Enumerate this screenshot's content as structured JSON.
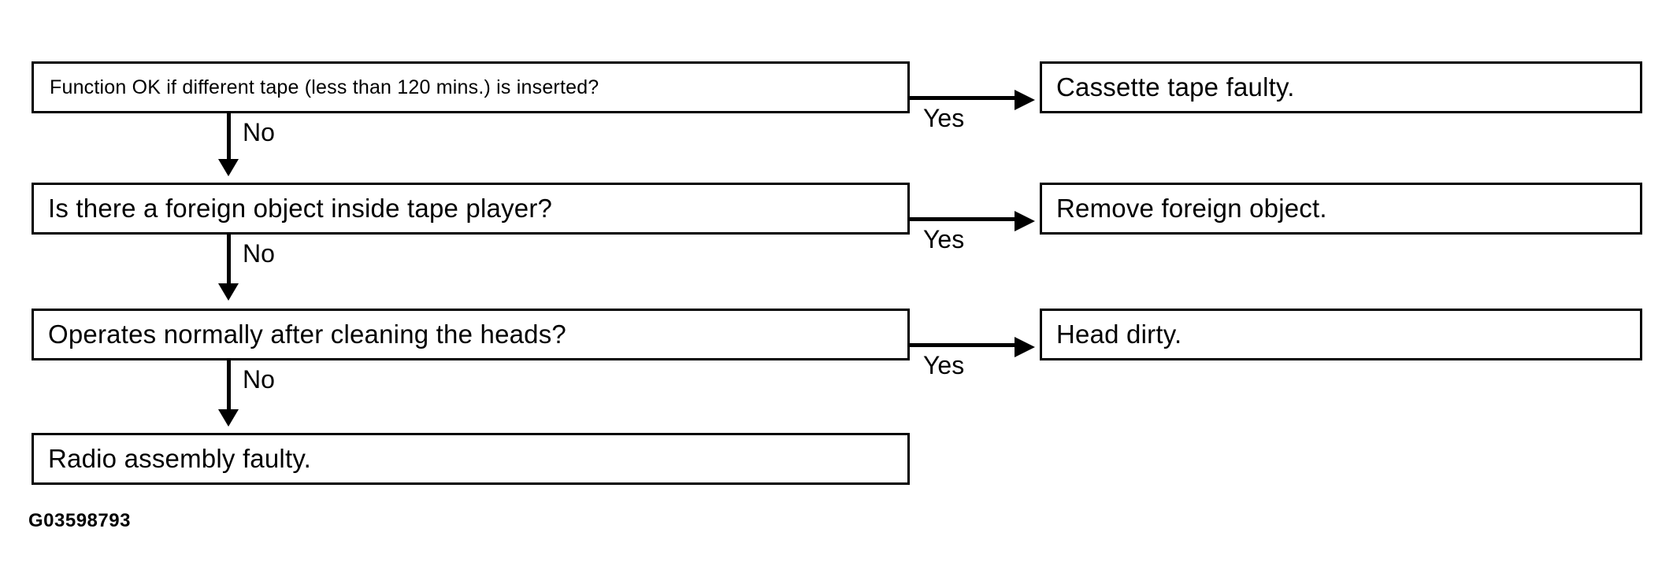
{
  "figure": {
    "id_code": "G03598793",
    "type": "troubleshooting-flowchart",
    "colors": {
      "line": "#000000",
      "background": "#ffffff",
      "text": "#000000"
    }
  },
  "questions": [
    {
      "text": "Function OK if different tape (less than 120 mins.) is inserted?"
    },
    {
      "text": "Is there a foreign object inside tape player?"
    },
    {
      "text": "Operates normally after cleaning the heads?"
    },
    {
      "text": "Radio assembly faulty."
    }
  ],
  "results": [
    {
      "text": "Cassette tape faulty."
    },
    {
      "text": "Remove foreign object."
    },
    {
      "text": "Head dirty."
    }
  ],
  "edges": {
    "yes_labels": [
      "Yes",
      "Yes",
      "Yes"
    ],
    "no_labels": [
      "No",
      "No",
      "No"
    ]
  }
}
